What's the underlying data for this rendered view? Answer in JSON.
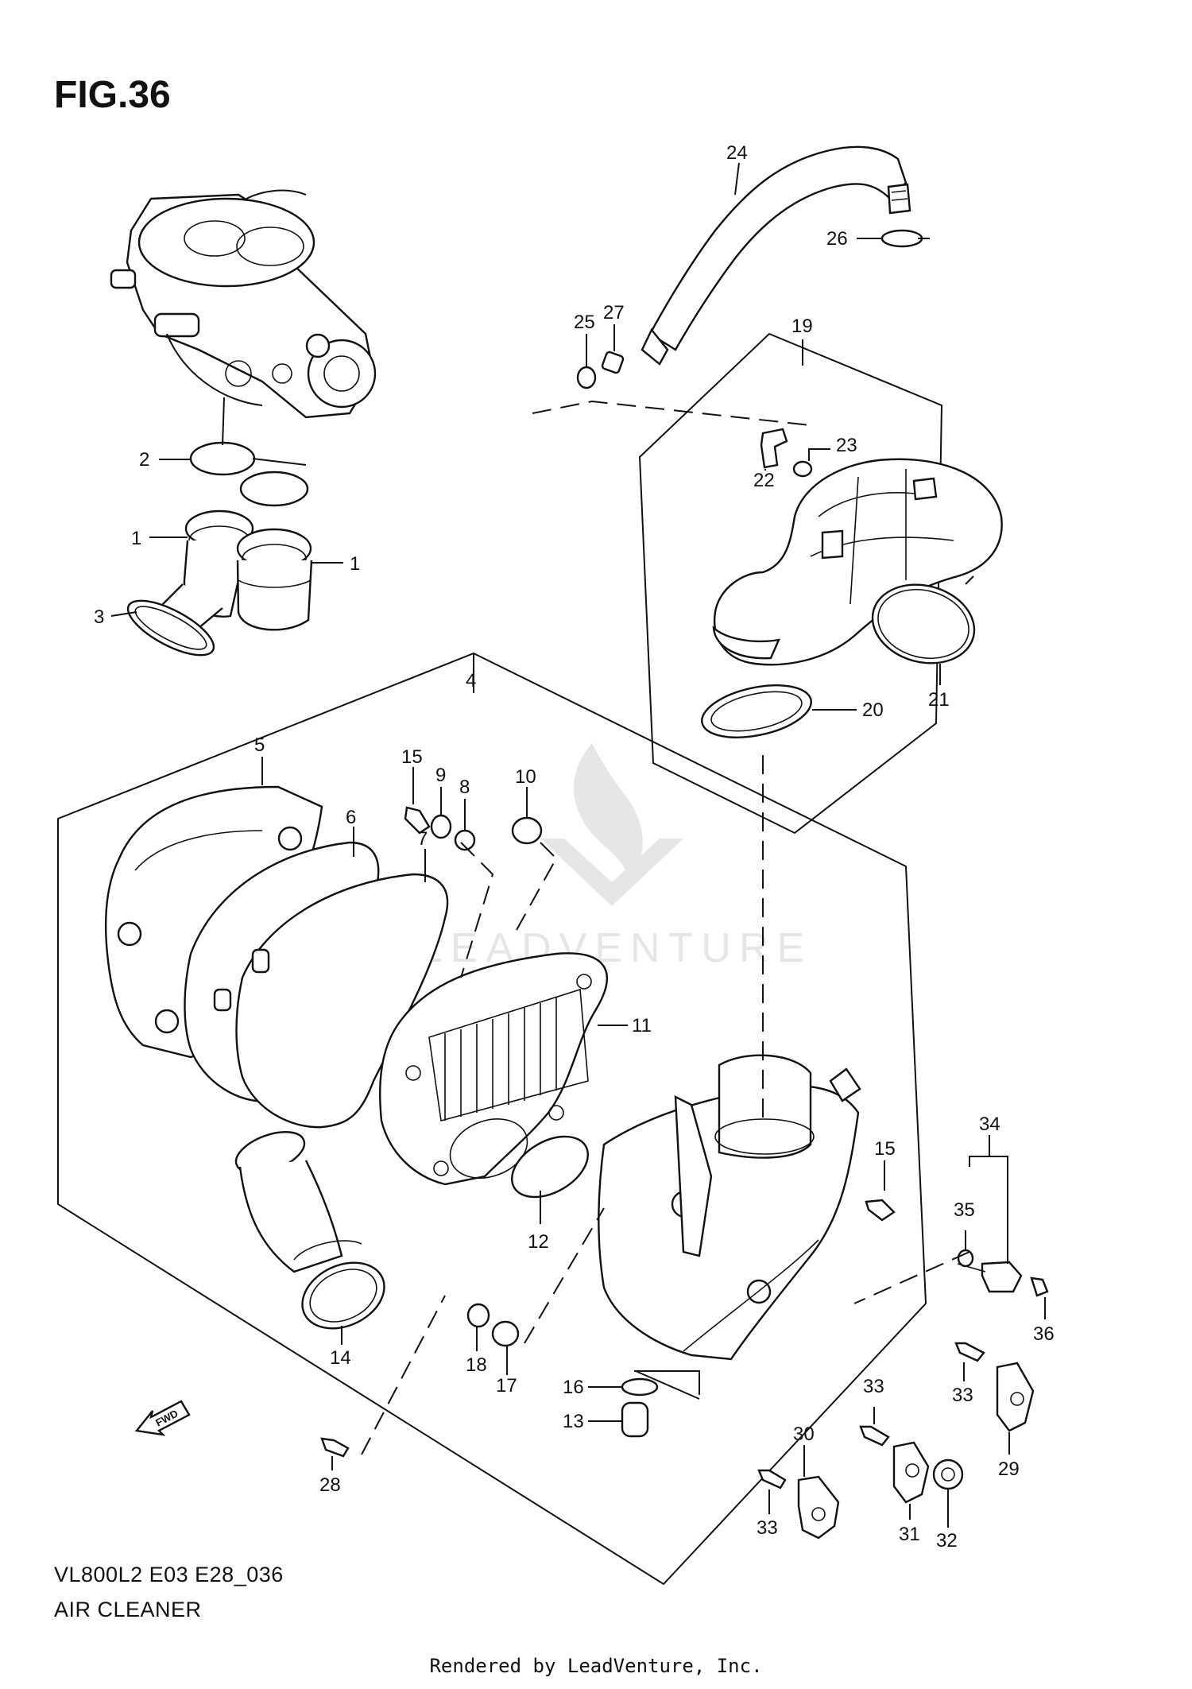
{
  "figure": {
    "title": "FIG.36",
    "model_code": "VL800L2 E03 E28_036",
    "section_name": "AIR CLEANER",
    "rendered_by": "Rendered by LeadVenture, Inc.",
    "watermark": "LEADVENTURE",
    "fwd_label": "FWD"
  },
  "callouts": [
    {
      "id": "c1a",
      "label": "1"
    },
    {
      "id": "c1b",
      "label": "1"
    },
    {
      "id": "c2",
      "label": "2"
    },
    {
      "id": "c3",
      "label": "3"
    },
    {
      "id": "c4",
      "label": "4"
    },
    {
      "id": "c5",
      "label": "5"
    },
    {
      "id": "c6",
      "label": "6"
    },
    {
      "id": "c7",
      "label": "7"
    },
    {
      "id": "c8",
      "label": "8"
    },
    {
      "id": "c9",
      "label": "9"
    },
    {
      "id": "c10",
      "label": "10"
    },
    {
      "id": "c11",
      "label": "11"
    },
    {
      "id": "c12",
      "label": "12"
    },
    {
      "id": "c13",
      "label": "13"
    },
    {
      "id": "c14",
      "label": "14"
    },
    {
      "id": "c15a",
      "label": "15"
    },
    {
      "id": "c15b",
      "label": "15"
    },
    {
      "id": "c16",
      "label": "16"
    },
    {
      "id": "c17",
      "label": "17"
    },
    {
      "id": "c18",
      "label": "18"
    },
    {
      "id": "c19",
      "label": "19"
    },
    {
      "id": "c20",
      "label": "20"
    },
    {
      "id": "c21",
      "label": "21"
    },
    {
      "id": "c22",
      "label": "22"
    },
    {
      "id": "c23",
      "label": "23"
    },
    {
      "id": "c24",
      "label": "24"
    },
    {
      "id": "c25",
      "label": "25"
    },
    {
      "id": "c26",
      "label": "26"
    },
    {
      "id": "c27",
      "label": "27"
    },
    {
      "id": "c28",
      "label": "28"
    },
    {
      "id": "c29",
      "label": "29"
    },
    {
      "id": "c30",
      "label": "30"
    },
    {
      "id": "c31",
      "label": "31"
    },
    {
      "id": "c32",
      "label": "32"
    },
    {
      "id": "c33a",
      "label": "33"
    },
    {
      "id": "c33b",
      "label": "33"
    },
    {
      "id": "c33c",
      "label": "33"
    },
    {
      "id": "c34",
      "label": "34"
    },
    {
      "id": "c35",
      "label": "35"
    },
    {
      "id": "c36",
      "label": "36"
    }
  ]
}
